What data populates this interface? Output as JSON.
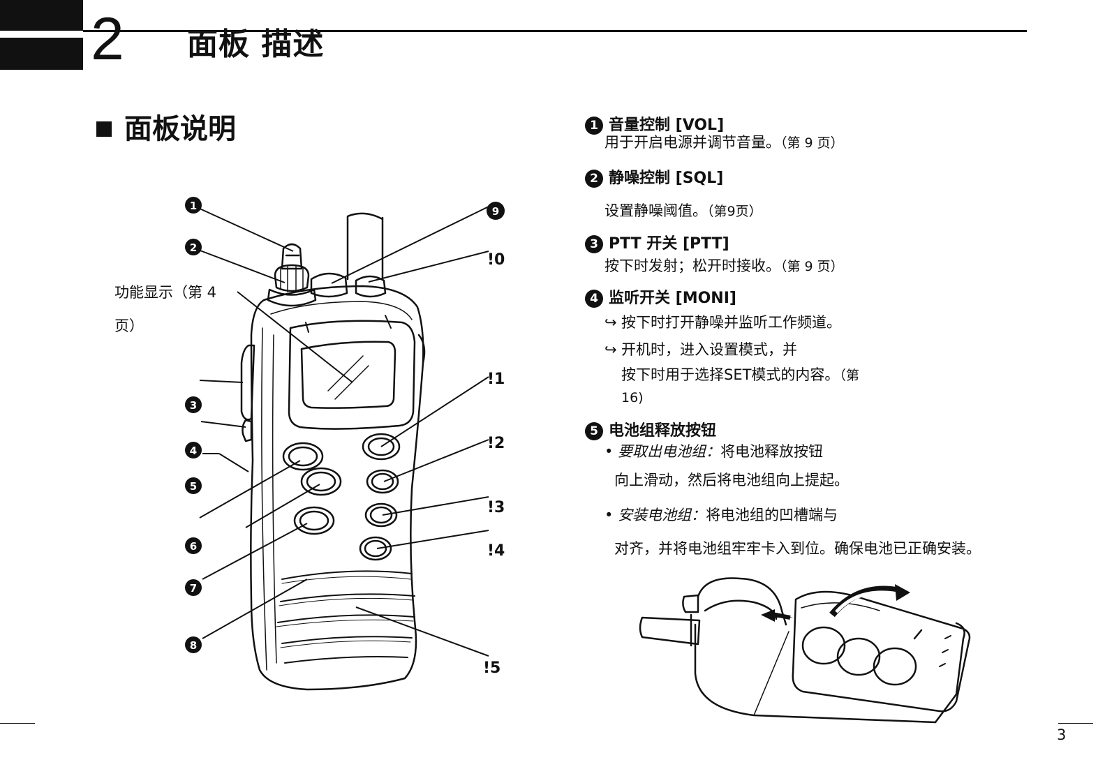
{
  "header": {
    "chapter_number": "2",
    "chapter_title": "面板 描述"
  },
  "section": {
    "title": "面板说明"
  },
  "diagram": {
    "display_label_line1": "功能显示（第 4",
    "display_label_line2": "页）",
    "callouts": {
      "c1": "1",
      "c2": "2",
      "c3": "3",
      "c4": "4",
      "c5": "5",
      "c6": "6",
      "c7": "7",
      "c8": "8",
      "c9": "9",
      "c10": "!0",
      "c11": "!1",
      "c12": "!2",
      "c13": "!3",
      "c14": "!4",
      "c15": "!5"
    }
  },
  "items": [
    {
      "num": "1",
      "title": "音量控制 [VOL]",
      "desc": "用于开启电源并调节音量。",
      "ref": "（第 9 页）"
    },
    {
      "num": "2",
      "title": "静噪控制 [SQL]",
      "desc": "设置静噪阈值。",
      "ref": "（第9页）"
    },
    {
      "num": "3",
      "title": "PTT 开关 [PTT]",
      "desc": "按下时发射；松开时接收。",
      "ref": "（第 9 页）"
    },
    {
      "num": "4",
      "title": "监听开关 [MONI]",
      "bullet1": "按下时打开静噪并监听工作频道。",
      "bullet2": "开机时，进入设置模式，并",
      "bullet2_cont": "按下时用于选择SET模式的内容。",
      "bullet2_ref": "（第",
      "bullet2_ref2": "16)"
    },
    {
      "num": "5",
      "title": "电池组释放按钮",
      "remove_label": "要取出电池组：",
      "remove_text1": "将电池释放按钮",
      "remove_text2": "向上滑动，然后将电池组向上提起。",
      "install_label": "安装电池组：",
      "install_text1": "将电池组的凹槽端与",
      "install_text2": "对齐，并将电池组牢牢卡入到位。确保电池已正确安装。"
    }
  ],
  "footer": {
    "page_number": "3"
  }
}
